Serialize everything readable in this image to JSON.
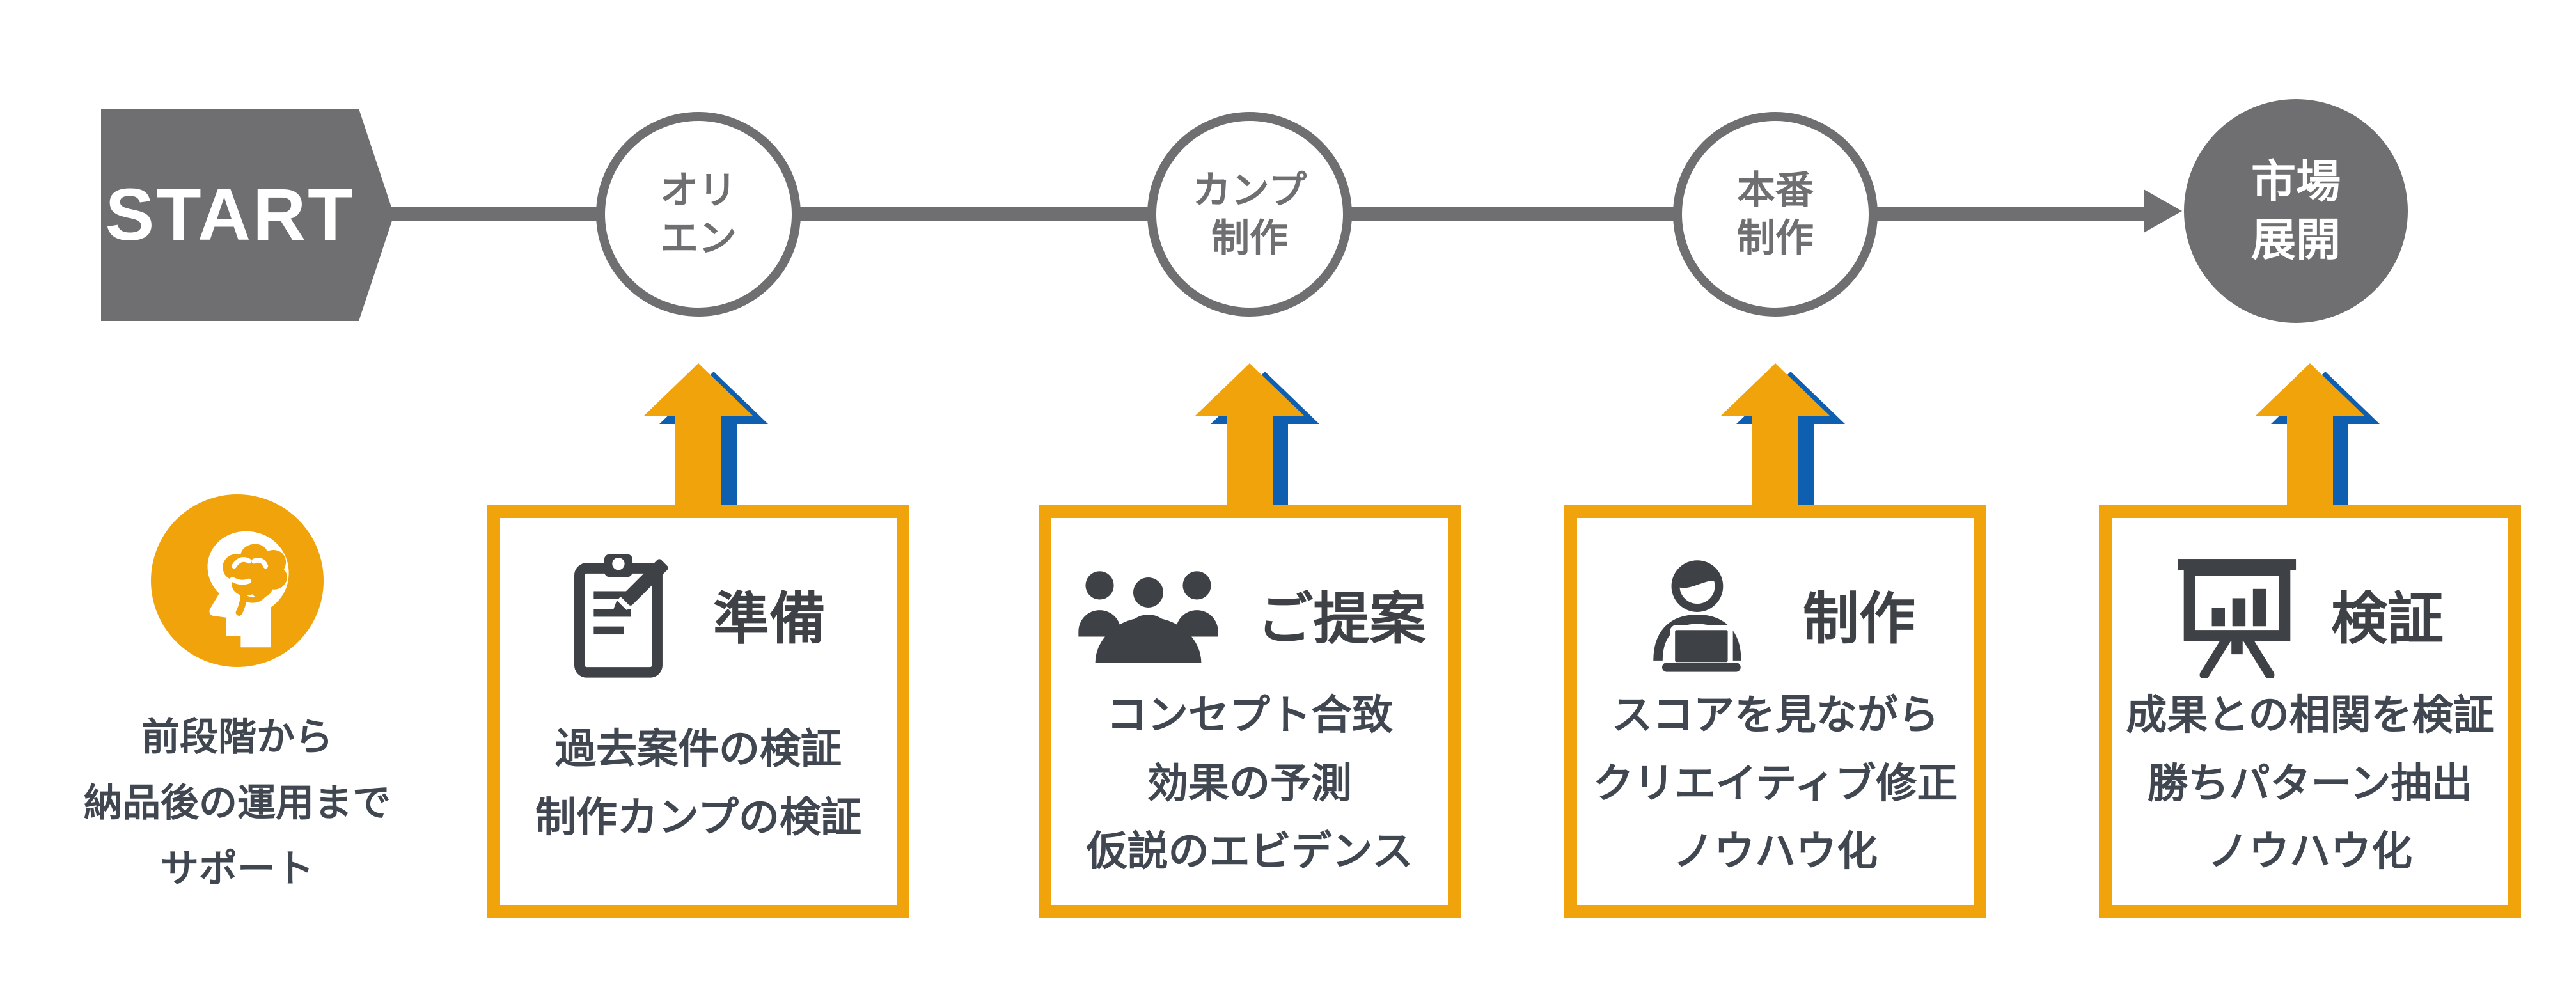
{
  "palette": {
    "orange": "#F1A30B",
    "blue": "#0E5FB0",
    "gray": "#6F6F71",
    "icon_dark": "#3E4145",
    "text_dark": "#414751",
    "white": "#FFFFFF"
  },
  "flow": {
    "start_label": "START",
    "connector_icon": "right-arrowhead-icon",
    "steps": [
      {
        "label_lines": [
          "オリ",
          "エン"
        ],
        "filled": false
      },
      {
        "label_lines": [
          "カンプ",
          "制作"
        ],
        "filled": false
      },
      {
        "label_lines": [
          "本番",
          "制作"
        ],
        "filled": false
      },
      {
        "label_lines": [
          "市場",
          "展開"
        ],
        "filled": true
      }
    ]
  },
  "support": {
    "icon": "head-brain-icon",
    "lines": [
      "前段階から",
      "納品後の運用まで",
      "サポート"
    ]
  },
  "cards": [
    {
      "icon": "clipboard-pencil-icon",
      "title": "準備",
      "lines": [
        "過去案件の検証",
        "制作カンプの検証"
      ]
    },
    {
      "icon": "meeting-icon",
      "title": "ご提案",
      "lines": [
        "コンセプト合致",
        "効果の予測",
        "仮説のエビデンス"
      ]
    },
    {
      "icon": "person-laptop-icon",
      "title": "制作",
      "lines": [
        "スコアを見ながら",
        "クリエイティブ修正",
        "ノウハウ化"
      ]
    },
    {
      "icon": "presentation-chart-icon",
      "title": "検証",
      "lines": [
        "成果との相関を検証",
        "勝ちパターン抽出",
        "ノウハウ化"
      ]
    }
  ]
}
